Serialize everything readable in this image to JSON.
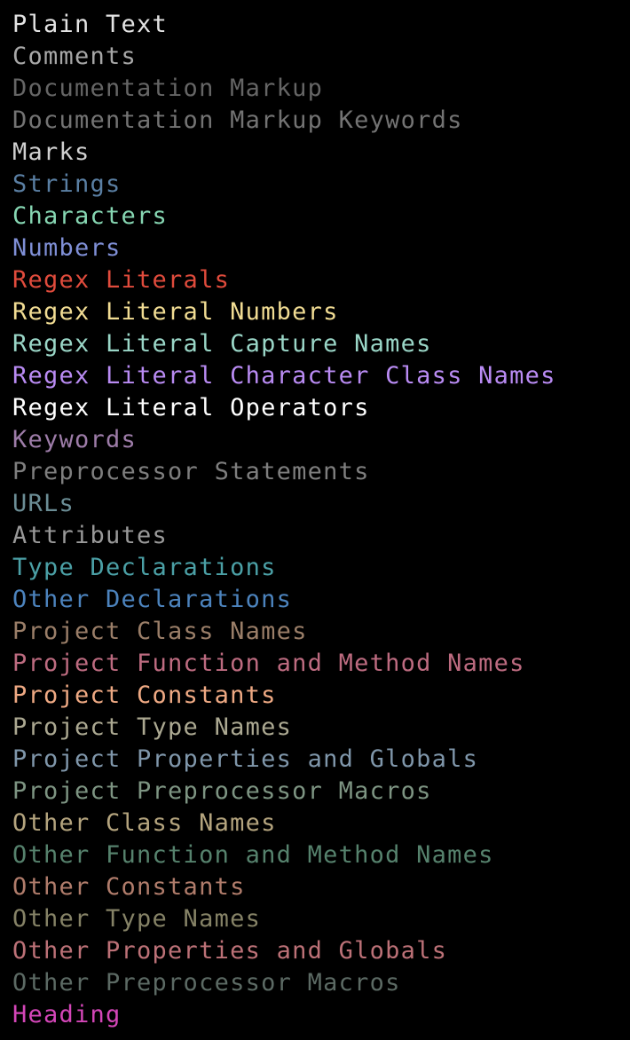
{
  "theme": {
    "background": "#000000"
  },
  "items": [
    {
      "label": "Plain Text",
      "color": "#e3e3e3"
    },
    {
      "label": "Comments",
      "color": "#a7a7a7"
    },
    {
      "label": "Documentation Markup",
      "color": "#656565"
    },
    {
      "label": "Documentation Markup Keywords",
      "color": "#737373"
    },
    {
      "label": "Marks",
      "color": "#d0d0d0"
    },
    {
      "label": "Strings",
      "color": "#5a7fa3"
    },
    {
      "label": "Characters",
      "color": "#86d6b2"
    },
    {
      "label": "Numbers",
      "color": "#7f8fd6"
    },
    {
      "label": "Regex Literals",
      "color": "#e04b3c"
    },
    {
      "label": "Regex Literal Numbers",
      "color": "#f1dc93"
    },
    {
      "label": "Regex Literal Capture Names",
      "color": "#9ad6c7"
    },
    {
      "label": "Regex Literal Character Class Names",
      "color": "#b98bf3"
    },
    {
      "label": "Regex Literal Operators",
      "color": "#ffffff"
    },
    {
      "label": "Keywords",
      "color": "#9d7ca8"
    },
    {
      "label": "Preprocessor Statements",
      "color": "#7e7e7e"
    },
    {
      "label": "URLs",
      "color": "#6b8d95"
    },
    {
      "label": "Attributes",
      "color": "#999999"
    },
    {
      "label": "Type Declarations",
      "color": "#4ba0a6"
    },
    {
      "label": "Other Declarations",
      "color": "#4c83bd"
    },
    {
      "label": "Project Class Names",
      "color": "#9a7e68"
    },
    {
      "label": "Project Function and Method Names",
      "color": "#bd6b80"
    },
    {
      "label": "Project Constants",
      "color": "#eea983"
    },
    {
      "label": "Project Type Names",
      "color": "#aba891"
    },
    {
      "label": "Project Properties and Globals",
      "color": "#7f96aa"
    },
    {
      "label": "Project Preprocessor Macros",
      "color": "#7d9482"
    },
    {
      "label": "Other Class Names",
      "color": "#b4a47e"
    },
    {
      "label": "Other Function and Method Names",
      "color": "#56826d"
    },
    {
      "label": "Other Constants",
      "color": "#b07c6b"
    },
    {
      "label": "Other Type Names",
      "color": "#858266"
    },
    {
      "label": "Other Properties and Globals",
      "color": "#bc7177"
    },
    {
      "label": "Other Preprocessor Macros",
      "color": "#5c6a64"
    },
    {
      "label": "Heading",
      "color": "#d446b8"
    }
  ]
}
